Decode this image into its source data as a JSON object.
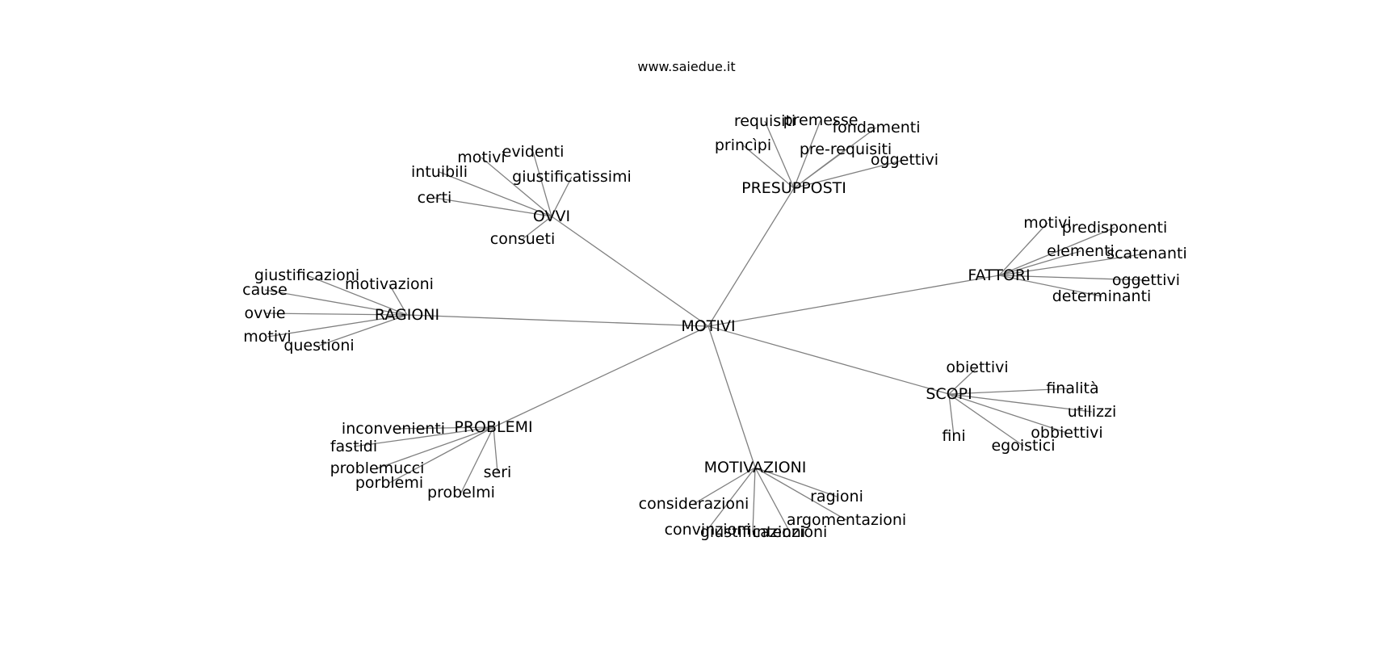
{
  "title": "www.saiedue.it",
  "colors": {
    "edge": "#808080",
    "text": "#000000",
    "background": "#ffffff"
  },
  "graph": {
    "hub": "MOTIVI",
    "categories": [
      {
        "id": "ovvi",
        "label": "OVVI",
        "children": [
          "motivi",
          "evidenti",
          "intuibili",
          "giustificatissimi",
          "certi",
          "consueti"
        ]
      },
      {
        "id": "presupposti",
        "label": "PRESUPPOSTI",
        "children": [
          "requisiti",
          "premesse",
          "fondamenti",
          "princìpi",
          "pre-requisiti",
          "oggettivi"
        ]
      },
      {
        "id": "fattori",
        "label": "FATTORI",
        "children": [
          "motivi",
          "predisponenti",
          "elementi",
          "scatenanti",
          "oggettivi",
          "determinanti"
        ]
      },
      {
        "id": "ragioni",
        "label": "RAGIONI",
        "children": [
          "giustificazioni",
          "cause",
          "motivazioni",
          "ovvie",
          "motivi",
          "questioni"
        ]
      },
      {
        "id": "scopi",
        "label": "SCOPI",
        "children": [
          "obiettivi",
          "finalità",
          "utilizzi",
          "obbiettivi",
          "fini",
          "egoistici"
        ]
      },
      {
        "id": "problemi",
        "label": "PROBLEMI",
        "children": [
          "inconvenienti",
          "fastidi",
          "problemucci",
          "porblemi",
          "seri",
          "probelmi"
        ]
      },
      {
        "id": "motivazioni",
        "label": "MOTIVAZIONI",
        "children": [
          "ragioni",
          "considerazioni",
          "argomentazioni",
          "convinzioni",
          "giustificazioni",
          "intenzioni"
        ]
      }
    ]
  }
}
